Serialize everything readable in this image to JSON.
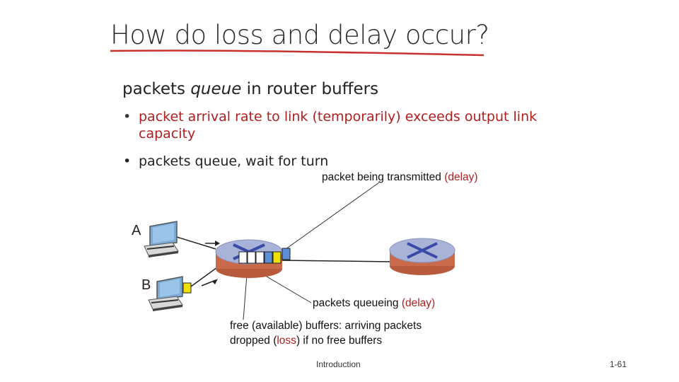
{
  "slide": {
    "title": "How do loss and delay occur?",
    "heading_pre": "packets ",
    "heading_em": "queue",
    "heading_post": " in router buffers",
    "bullets": [
      "packet arrival rate to link (temporarily) exceeds output link capacity",
      "packets queue, wait for turn"
    ],
    "bullet_symbol": "•"
  },
  "diagram": {
    "label_transmitted": "packet being transmitted",
    "label_transmitted_delay": "(delay)",
    "label_queueing": "packets queueing",
    "label_queueing_delay": "(delay)",
    "label_free_line1": "free (available) buffers: arriving packets",
    "label_free_line2_pre": "dropped (",
    "label_free_line2_loss": "loss",
    "label_free_line2_post": ") if no free buffers",
    "host_a": "A",
    "host_b": "B",
    "colors": {
      "packet_yellow": "#f0e000",
      "packet_blue": "#5b8fd6",
      "router_top": "#a9b3d8",
      "router_side": "#c96a4a",
      "loss_red": "#b01f1f"
    }
  },
  "footer": {
    "center": "Introduction",
    "page": "1-61"
  }
}
